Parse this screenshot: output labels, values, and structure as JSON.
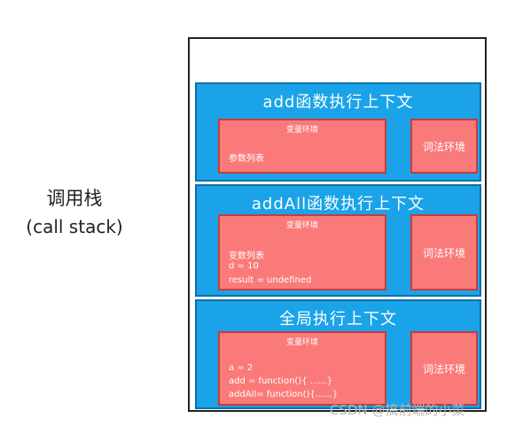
{
  "side_label": {
    "line1": "调用栈",
    "line2": "(call stack)"
  },
  "frames": [
    {
      "title": "add函数执行上下文",
      "variable_env": {
        "title": "变量环境",
        "lines": [
          "参数列表"
        ]
      },
      "lexical_env": "词法环境"
    },
    {
      "title": "addAll函数执行上下文",
      "variable_env": {
        "title": "变量环境",
        "lines": [
          "变数列表",
          "d = 10",
          "result = undefined"
        ]
      },
      "lexical_env": "词法环境"
    },
    {
      "title": "全局执行上下文",
      "variable_env": {
        "title": "变量环境",
        "lines": [
          "a = 2",
          "add = function(){ ......}",
          "addAll= function(){......}"
        ]
      },
      "lexical_env": "词法环境"
    }
  ],
  "watermark": "CSDN @搞前端的小菜",
  "colors": {
    "frame_bg": "#1aa3e8",
    "env_bg": "#fa7a7a",
    "stack_border": "#222222"
  }
}
